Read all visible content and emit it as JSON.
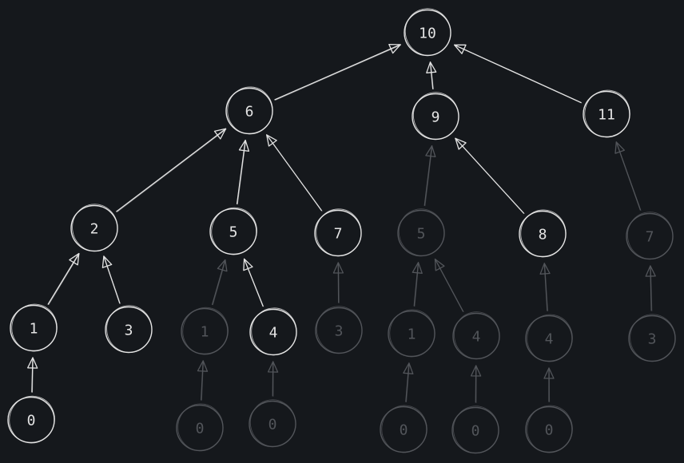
{
  "diagram": {
    "title": "",
    "colors": {
      "background": "#15181c",
      "active": "#e4e4e4",
      "inactive": "#52555a"
    },
    "nodes": [
      {
        "id": "n10",
        "label": "10",
        "state": "active"
      },
      {
        "id": "n6",
        "label": "6",
        "state": "active"
      },
      {
        "id": "n9",
        "label": "9",
        "state": "active"
      },
      {
        "id": "n11",
        "label": "11",
        "state": "active"
      },
      {
        "id": "n2",
        "label": "2",
        "state": "active"
      },
      {
        "id": "n5a",
        "label": "5",
        "state": "active"
      },
      {
        "id": "n7a",
        "label": "7",
        "state": "active"
      },
      {
        "id": "n5b",
        "label": "5",
        "state": "inactive"
      },
      {
        "id": "n8",
        "label": "8",
        "state": "active"
      },
      {
        "id": "n7b",
        "label": "7",
        "state": "inactive"
      },
      {
        "id": "n1a",
        "label": "1",
        "state": "active"
      },
      {
        "id": "n3a",
        "label": "3",
        "state": "active"
      },
      {
        "id": "n1b",
        "label": "1",
        "state": "inactive"
      },
      {
        "id": "n4a",
        "label": "4",
        "state": "active"
      },
      {
        "id": "n3b",
        "label": "3",
        "state": "inactive"
      },
      {
        "id": "n1c",
        "label": "1",
        "state": "inactive"
      },
      {
        "id": "n4b",
        "label": "4",
        "state": "inactive"
      },
      {
        "id": "n4c",
        "label": "4",
        "state": "inactive"
      },
      {
        "id": "n3c",
        "label": "3",
        "state": "inactive"
      },
      {
        "id": "n0a",
        "label": "0",
        "state": "active"
      },
      {
        "id": "n0b",
        "label": "0",
        "state": "inactive"
      },
      {
        "id": "n0c",
        "label": "0",
        "state": "inactive"
      },
      {
        "id": "n0d",
        "label": "0",
        "state": "inactive"
      },
      {
        "id": "n0e",
        "label": "0",
        "state": "inactive"
      },
      {
        "id": "n0f",
        "label": "0",
        "state": "inactive"
      }
    ],
    "edges": [
      {
        "from": "n6",
        "to": "n10",
        "state": "active"
      },
      {
        "from": "n9",
        "to": "n10",
        "state": "active"
      },
      {
        "from": "n11",
        "to": "n10",
        "state": "active"
      },
      {
        "from": "n2",
        "to": "n6",
        "state": "active"
      },
      {
        "from": "n5a",
        "to": "n6",
        "state": "active"
      },
      {
        "from": "n7a",
        "to": "n6",
        "state": "active"
      },
      {
        "from": "n5b",
        "to": "n9",
        "state": "inactive"
      },
      {
        "from": "n8",
        "to": "n9",
        "state": "active"
      },
      {
        "from": "n7b",
        "to": "n11",
        "state": "inactive"
      },
      {
        "from": "n1a",
        "to": "n2",
        "state": "active"
      },
      {
        "from": "n3a",
        "to": "n2",
        "state": "active"
      },
      {
        "from": "n1b",
        "to": "n5a",
        "state": "inactive"
      },
      {
        "from": "n4a",
        "to": "n5a",
        "state": "active"
      },
      {
        "from": "n3b",
        "to": "n7a",
        "state": "inactive"
      },
      {
        "from": "n1c",
        "to": "n5b",
        "state": "inactive"
      },
      {
        "from": "n4b",
        "to": "n5b",
        "state": "inactive"
      },
      {
        "from": "n4c",
        "to": "n8",
        "state": "inactive"
      },
      {
        "from": "n3c",
        "to": "n7b",
        "state": "inactive"
      },
      {
        "from": "n0a",
        "to": "n1a",
        "state": "active"
      },
      {
        "from": "n0b",
        "to": "n1b",
        "state": "inactive"
      },
      {
        "from": "n0c",
        "to": "n4a",
        "state": "inactive"
      },
      {
        "from": "n0d",
        "to": "n1c",
        "state": "inactive"
      },
      {
        "from": "n0e",
        "to": "n4b",
        "state": "inactive"
      },
      {
        "from": "n0f",
        "to": "n4c",
        "state": "inactive"
      }
    ]
  }
}
